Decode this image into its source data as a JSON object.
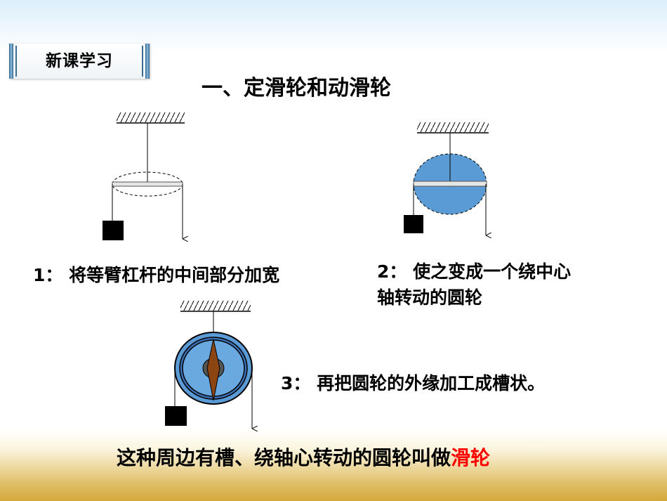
{
  "badge": {
    "label": "新课学习"
  },
  "title": "一、定滑轮和动滑轮",
  "captions": {
    "c1": "1： 将等臂杠杆的中间部分加宽",
    "c2_line1": "2： 使之变成一个绕中心",
    "c2_line2": "轴转动的圆轮",
    "c3": "3： 再把圆轮的外缘加工成槽状。"
  },
  "conclusion": {
    "text": "这种周边有槽、绕轴心转动的圆轮叫做",
    "highlight": "滑轮"
  },
  "colors": {
    "disk_fill": "#5b9bd5",
    "groove_fill": "#3d6fb4",
    "axle_brown": "#8b4513",
    "highlight": "#ff0000"
  }
}
